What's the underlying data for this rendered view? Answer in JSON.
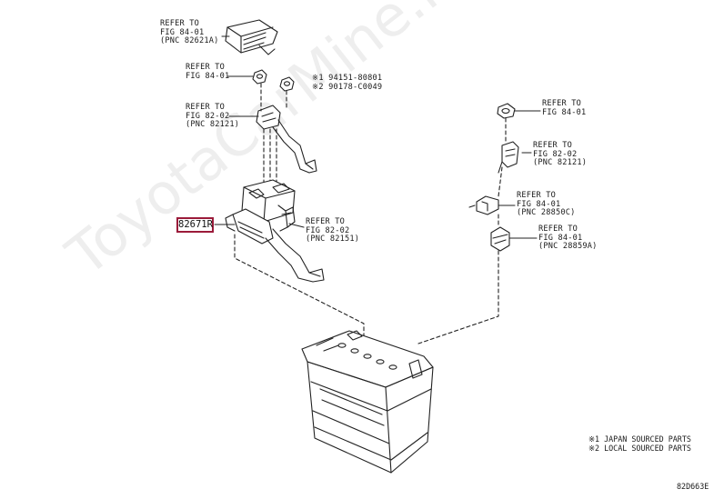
{
  "labels": {
    "top_ref": [
      "REFER TO",
      "FIG 84-01",
      "(PNC 82621A)"
    ],
    "nut_ref": [
      "REFER TO",
      "FIG 84-01"
    ],
    "bolt_parts": [
      "※1 94151-80801",
      "※2 90178-C0049"
    ],
    "upper_cable_ref": [
      "REFER TO",
      "FIG 82-02",
      "(PNC 82121)"
    ],
    "right_nut_ref": [
      "REFER TO",
      "FIG 84-01"
    ],
    "right_cable_ref": [
      "REFER TO",
      "FIG 82-02",
      "(PNC 82121)"
    ],
    "right_clamp_ref": [
      "REFER TO",
      "FIG 84-01",
      "(PNC 28850C)"
    ],
    "right_terminal_ref": [
      "REFER TO",
      "FIG 84-01",
      "(PNC 28859A)"
    ],
    "lower_cable_ref": [
      "REFER TO",
      "FIG 82-02",
      "(PNC 82151)"
    ]
  },
  "callout_part": "82671R",
  "notes": [
    "※1 JAPAN SOURCED PARTS",
    "※2 LOCAL SOURCED PARTS"
  ],
  "diagram_code": "82D663E",
  "watermark": "ToyotaCarMine.ru"
}
